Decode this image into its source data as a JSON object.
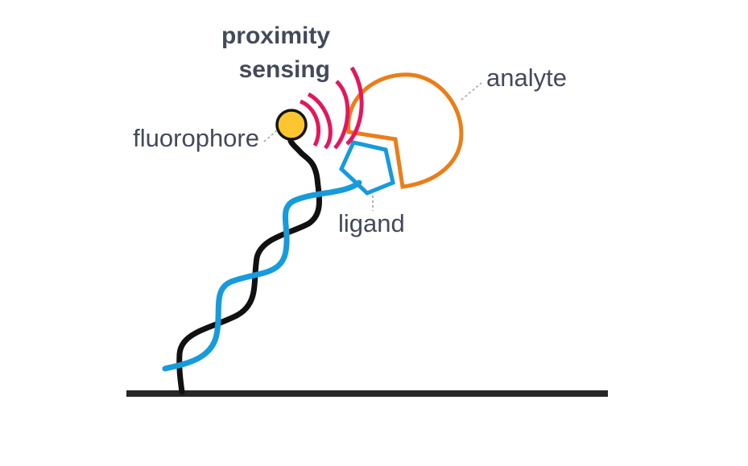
{
  "labels": {
    "heading_line1": "proximity",
    "heading_line2": "sensing",
    "fluorophore": "fluorophore",
    "analyte": "analyte",
    "ligand": "ligand"
  },
  "colors": {
    "text": "#434a5a",
    "surface": "#272727",
    "strand_dark": "#111111",
    "strand_blue": "#169bdc",
    "analyte": "#ea7e18",
    "fluorophore_fill": "#fdc631",
    "fluorophore_stroke": "#141414",
    "signal": "#e3175d",
    "leader": "#b4b4b4"
  }
}
